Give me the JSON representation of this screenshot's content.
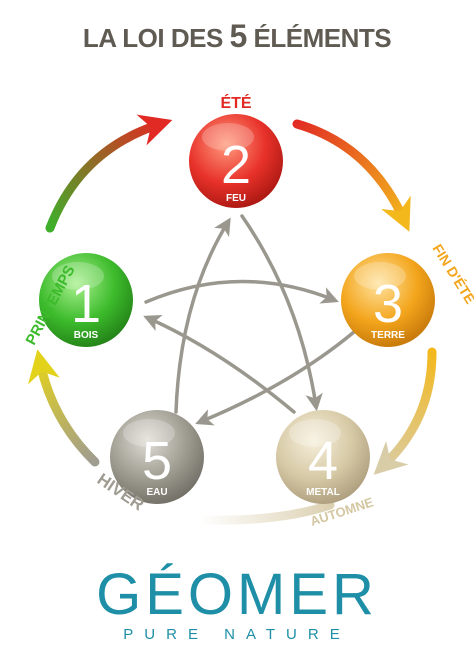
{
  "title": {
    "prefix": "LA LOI DES ",
    "number": "5",
    "suffix": " ÉLÉMENTS"
  },
  "elements": [
    {
      "number": "1",
      "name": "BOIS",
      "season": "PRINTEMPS",
      "color": "#3dbb2c"
    },
    {
      "number": "2",
      "name": "FEU",
      "season": "ÉTÉ",
      "color": "#e8322a"
    },
    {
      "number": "3",
      "name": "TERRE",
      "season": "FIN D'ÉTÉ",
      "color": "#f3a51c"
    },
    {
      "number": "4",
      "name": "METAL",
      "season": "AUTOMNE",
      "color": "#d6c9a5"
    },
    {
      "number": "5",
      "name": "EAU",
      "season": "HIVER",
      "color": "#9f9c91"
    }
  ],
  "logo": {
    "brand": "GÉOMER",
    "tagline": "PURE NATURE",
    "color": "#1e8fa6"
  }
}
